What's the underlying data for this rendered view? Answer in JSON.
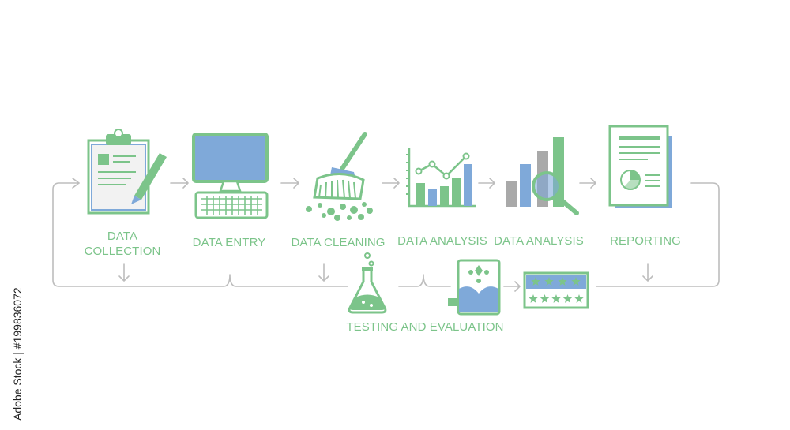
{
  "colors": {
    "green": "#7cc48a",
    "blue": "#7fa9d9",
    "gray": "#a9a9a9",
    "line": "#bdbdbd",
    "pale": "#f1f1f1"
  },
  "stages": [
    {
      "label": "DATA\nCOLLECTION",
      "icon": "clipboard-icon"
    },
    {
      "label": "DATA ENTRY",
      "icon": "computer-icon"
    },
    {
      "label": "DATA CLEANING",
      "icon": "broom-icon"
    },
    {
      "label": "DATA ANALYSIS",
      "icon": "line-bar-chart-icon"
    },
    {
      "label": "DATA ANALYSIS",
      "icon": "magnifier-chart-icon"
    },
    {
      "label": "REPORTING",
      "icon": "report-icon"
    }
  ],
  "testing": {
    "label": "TESTING AND EVALUATION",
    "icons": [
      "flask-icon",
      "filter-icon",
      "rating-stars-icon"
    ]
  },
  "watermark": "Adobe Stock | #199836072"
}
